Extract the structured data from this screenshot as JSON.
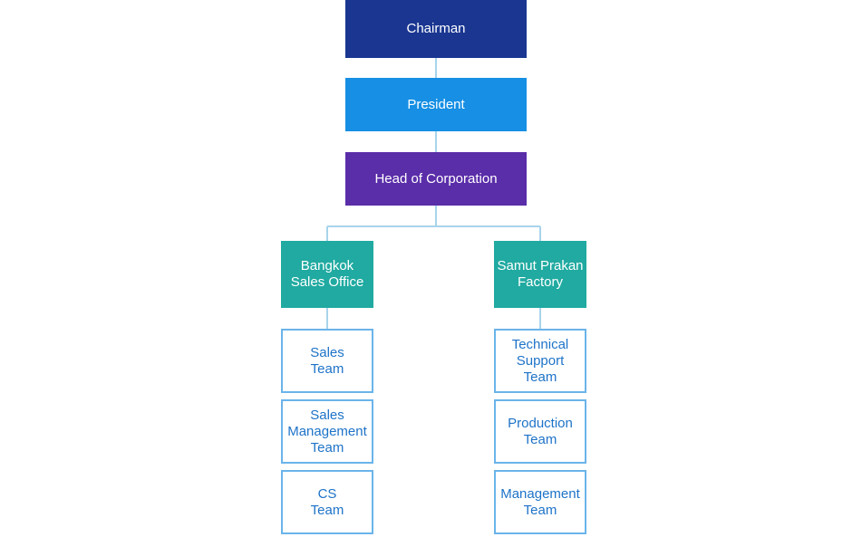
{
  "chart": {
    "chairman": "Chairman",
    "president": "President",
    "head": "Head of Corporation",
    "branches": [
      {
        "label": "Bangkok\nSales Office",
        "teams": [
          "Sales\nTeam",
          "Sales\nManagement\nTeam",
          "CS\nTeam"
        ]
      },
      {
        "label": "Samut Prakan\nFactory",
        "teams": [
          "Technical\nSupport\nTeam",
          "Production\nTeam",
          "Management\nTeam"
        ]
      }
    ]
  },
  "colors": {
    "chairman": "#1a3691",
    "president": "#168fe4",
    "head": "#5a2da9",
    "branch": "#20aaa1",
    "team_border": "#6ab4ea",
    "team_text": "#1e73c8",
    "connector": "#a8d4ec"
  }
}
